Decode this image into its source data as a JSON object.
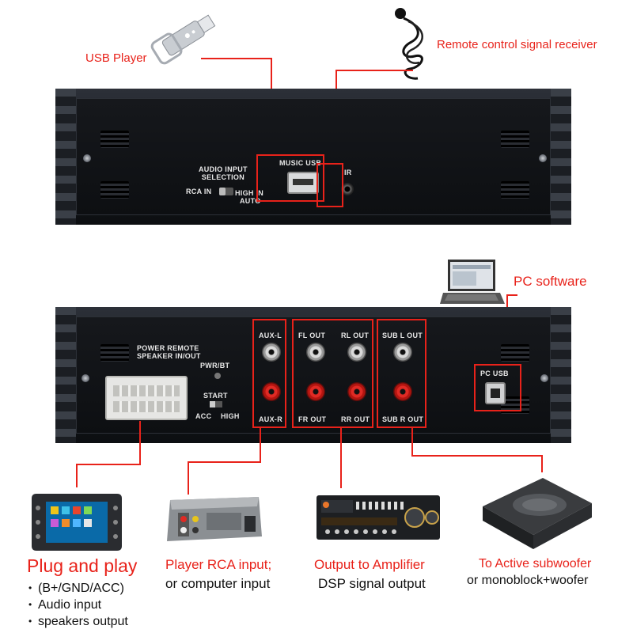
{
  "callouts": {
    "usb_player": "USB Player",
    "remote_receiver": "Remote control signal receiver",
    "pc_software": "PC software"
  },
  "top_panel": {
    "audio_input_selection": "AUDIO INPUT\nSELECTION",
    "rca_in": "RCA IN",
    "high_in": "HIGH IN",
    "auto": "AUTO",
    "music_usb": "MUSIC USB",
    "ir": "IR"
  },
  "bottom_panel": {
    "power_remote": "POWER  REMOTE",
    "speaker_in_out": "SPEAKER IN/OUT",
    "pwr_bt": "PWR/BT",
    "start": "START",
    "acc": "ACC",
    "high": "HIGH",
    "aux_l": "AUX-L",
    "aux_r": "AUX-R",
    "fl_out": "FL  OUT",
    "rl_out": "RL  OUT",
    "fr_out": "FR  OUT",
    "rr_out": "RR  OUT",
    "sub_l_out": "SUB L OUT",
    "sub_r_out": "SUB R OUT",
    "pc_usb": "PC USB"
  },
  "captions": {
    "plug_title": "Plug and play",
    "plug_items": [
      "(B+/GND/ACC)",
      "Audio input",
      "speakers output"
    ],
    "player_title": "Player RCA input;",
    "player_sub": "or computer input",
    "amp_title": "Output to Amplifier",
    "amp_sub": "DSP signal output",
    "sub_title": "To Active subwoofer",
    "sub_sub": "or monoblock+woofer"
  },
  "colors": {
    "accent": "#e8221a",
    "chassis": "#15181d",
    "panel_text": "#e8e8e8"
  },
  "icons": [
    "usb-stick-icon",
    "ir-receiver-cable-icon",
    "laptop-icon",
    "car-head-unit-icon",
    "rca-player-icon",
    "amplifier-icon",
    "subwoofer-icon"
  ]
}
